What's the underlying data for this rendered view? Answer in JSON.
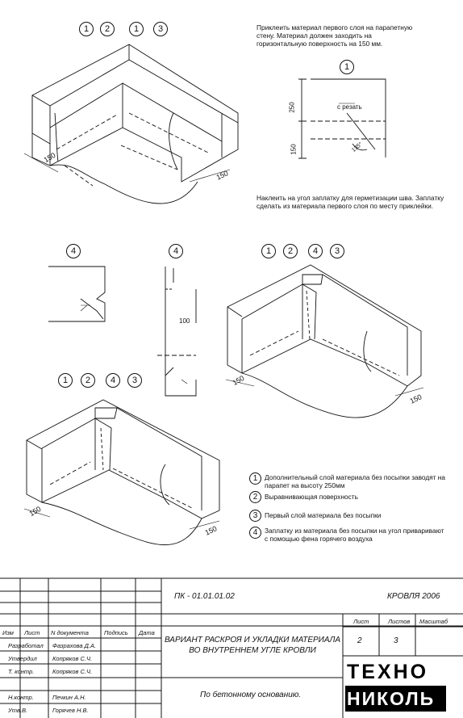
{
  "callouts": {
    "top_left": [
      "1",
      "2",
      "1",
      "3"
    ],
    "detail": "1",
    "four_a": "4",
    "four_b": "4",
    "mid_right": [
      "1",
      "2",
      "4",
      "3"
    ],
    "bottom_left": [
      "1",
      "2",
      "4",
      "3"
    ]
  },
  "notes": {
    "top_right": "Приклеить материал первого слоя на парапетную стену. Материал должен заходить на горизонтальную поверхность на 150 мм.",
    "patch": "Наклеить на угол заплатку для герметизации шва. Заплатку сделать из материала первого слоя по месту приклейки."
  },
  "dims": {
    "d150": "150",
    "d250": "250",
    "d100": "100",
    "cut": "с резать",
    "angle": "135°"
  },
  "legend": [
    {
      "num": "1",
      "text": "Дополнительный слой материала без посыпки заводят на парапет на высоту 250мм"
    },
    {
      "num": "2",
      "text": "Выравнивающая поверхность"
    },
    {
      "num": "3",
      "text": "Первый слой материала без посыпки"
    },
    {
      "num": "4",
      "text": "Заплатку из материала без посыпки на угол приваривают с помощью фена горячего воздуха"
    }
  ],
  "stamp": {
    "doc_code": "ПК - 01.01.01.02",
    "project": "КРОВЛЯ 2006",
    "col_headers": [
      "Изм",
      "Лист",
      "N документа",
      "Подпись",
      "Дата"
    ],
    "rows": [
      {
        "role": "Разработал",
        "name": "Фазрахова Д.А."
      },
      {
        "role": "Утвердил",
        "name": "Копряков С.Ч."
      },
      {
        "role": "Т. контр.",
        "name": "Копряков С.Ч."
      },
      {
        "role": "Н.контр.",
        "name": "Печкин А.Н."
      },
      {
        "role": "Утв.В.",
        "name": "Горячев Н.В."
      }
    ],
    "title": "ВАРИАНТ РАСКРОЯ И УКЛАДКИ МАТЕРИАЛА ВО ВНУТРЕННЕМ УГЛЕ КРОВЛИ",
    "subtitle": "По бетонному основанию.",
    "sheet_label": "Лист",
    "sheets_label": "Листов",
    "scale_label": "Масштаб",
    "sheet": "2",
    "sheets": "3",
    "logo_top": "ТЕХНО",
    "logo_bottom": "НИКОЛЬ"
  }
}
